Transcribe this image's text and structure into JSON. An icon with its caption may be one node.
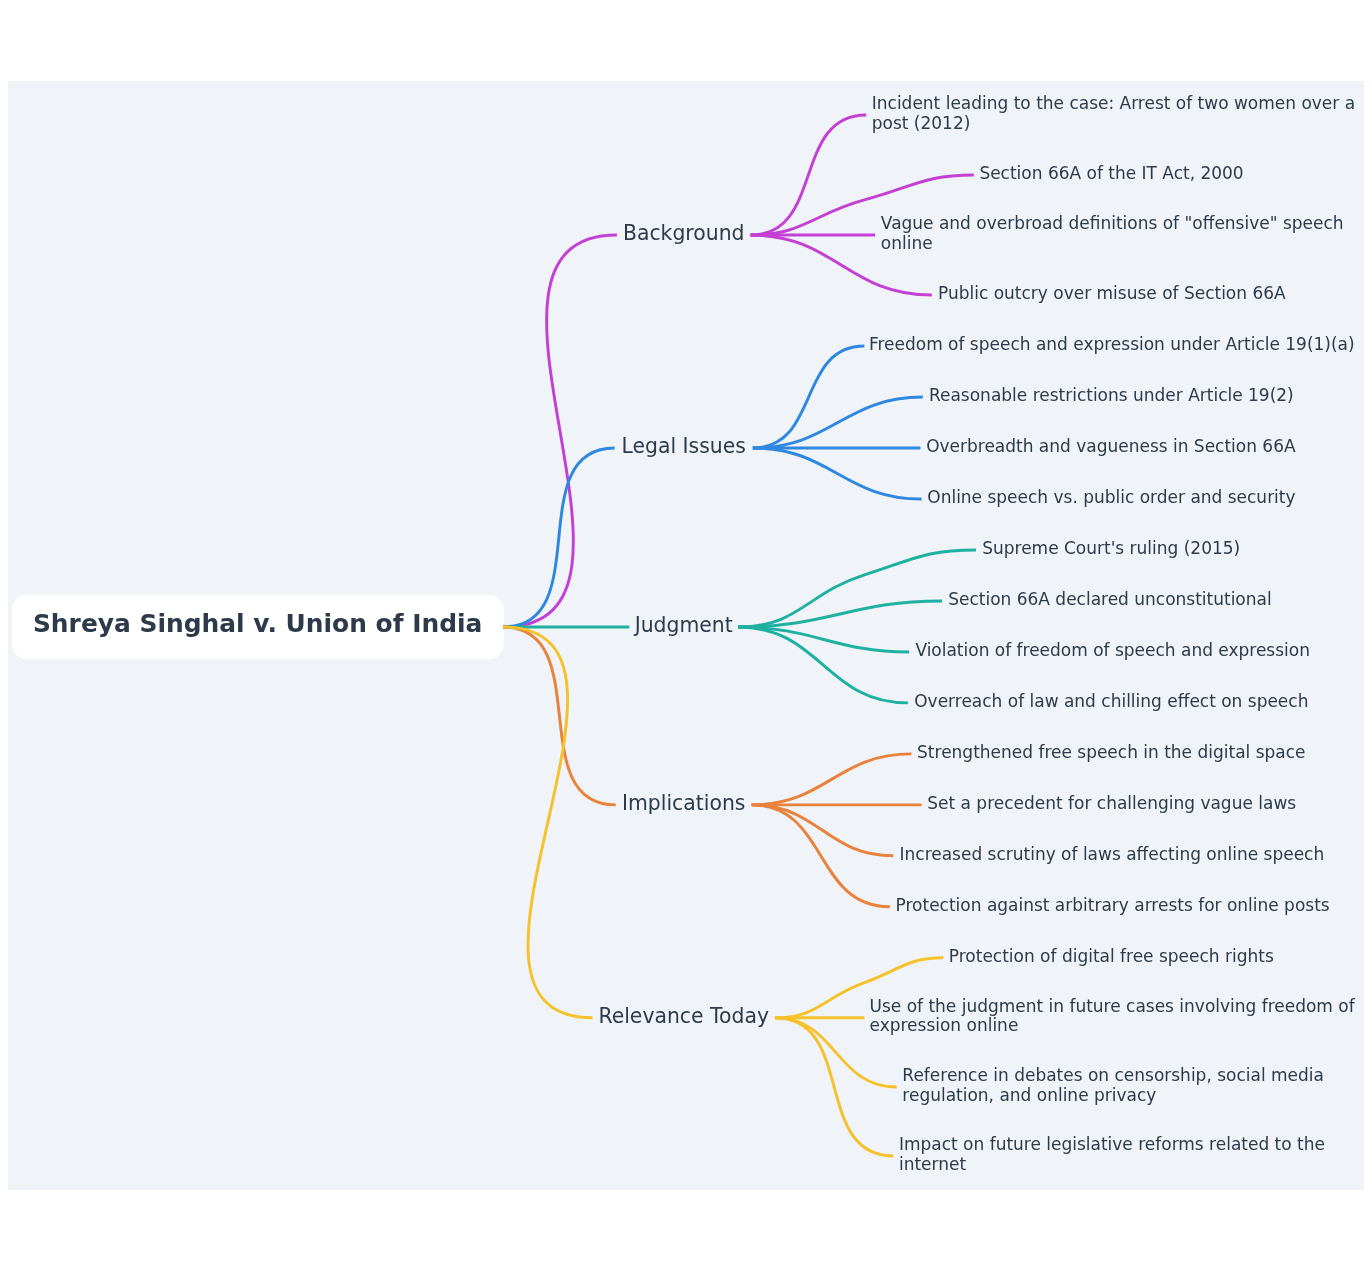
{
  "diagram": {
    "nodes": [
      {
        "text": [
          "Shreya Singhal v. Union of India"
        ]
      },
      {
        "text": [
          "Background"
        ]
      },
      {
        "text": [
          "Incident leading to the case: Arrest of two women over a post (2012)"
        ]
      },
      {
        "text": [
          "Section 66A of the IT Act, 2000"
        ]
      },
      {
        "text": [
          "Vague and overbroad definitions of \"offensive\" speech online"
        ]
      },
      {
        "text": [
          "Public outcry over misuse of Section 66A"
        ]
      },
      {
        "text": [
          "Legal Issues"
        ]
      },
      {
        "text": [
          "Freedom of speech and expression under Article 19(1)(a)"
        ]
      },
      {
        "text": [
          "Reasonable restrictions under Article 19(2)"
        ]
      },
      {
        "text": [
          "Overbreadth and vagueness in Section 66A"
        ]
      },
      {
        "text": [
          "Online speech vs. public order and security"
        ]
      },
      {
        "text": [
          "Judgment"
        ]
      },
      {
        "text": [
          "Supreme Court's ruling (2015)"
        ]
      },
      {
        "text": [
          "Section 66A declared unconstitutional"
        ]
      },
      {
        "text": [
          "Violation of freedom of speech and expression"
        ]
      },
      {
        "text": [
          "Overreach of law and chilling effect on speech"
        ]
      },
      {
        "text": [
          "Implications"
        ]
      },
      {
        "text": [
          "Strengthened free speech in the digital space"
        ]
      },
      {
        "text": [
          "Set a precedent for challenging vague laws"
        ]
      },
      {
        "text": [
          "Increased scrutiny of laws affecting online speech"
        ]
      },
      {
        "text": [
          "Protection against arbitrary arrests for online posts"
        ]
      },
      {
        "text": [
          "Relevance Today"
        ]
      },
      {
        "text": [
          "Protection of digital free speech rights"
        ]
      },
      {
        "text": [
          "Use of the judgment in future cases involving freedom of expression online"
        ]
      },
      {
        "text": [
          "Reference in debates on censorship, social media regulation, and online privacy"
        ]
      },
      {
        "text": [
          "Impact on future legislative reforms related to the internet"
        ]
      }
    ],
    "edges": [
      {
        "from": 0,
        "to": 1,
        "arrow": "none",
        "color": "#c43fd4"
      },
      {
        "from": 1,
        "to": 2,
        "arrow": "none",
        "color": "#c43fd4"
      },
      {
        "from": 1,
        "to": 3,
        "arrow": "none",
        "color": "#c43fd4"
      },
      {
        "from": 1,
        "to": 4,
        "arrow": "none",
        "color": "#c43fd4"
      },
      {
        "from": 1,
        "to": 5,
        "arrow": "none",
        "color": "#c43fd4"
      },
      {
        "from": 0,
        "to": 6,
        "arrow": "none",
        "color": "#2f88df"
      },
      {
        "from": 6,
        "to": 7,
        "arrow": "none",
        "color": "#2f88df"
      },
      {
        "from": 6,
        "to": 8,
        "arrow": "none",
        "color": "#2f88df"
      },
      {
        "from": 6,
        "to": 9,
        "arrow": "none",
        "color": "#2f88df"
      },
      {
        "from": 6,
        "to": 10,
        "arrow": "none",
        "color": "#2f88df"
      },
      {
        "from": 0,
        "to": 11,
        "arrow": "none",
        "color": "#1eb0a0"
      },
      {
        "from": 11,
        "to": 12,
        "arrow": "none",
        "color": "#1eb0a0"
      },
      {
        "from": 11,
        "to": 13,
        "arrow": "none",
        "color": "#1eb0a0"
      },
      {
        "from": 11,
        "to": 14,
        "arrow": "none",
        "color": "#1eb0a0"
      },
      {
        "from": 11,
        "to": 15,
        "arrow": "none",
        "color": "#1eb0a0"
      },
      {
        "from": 0,
        "to": 16,
        "arrow": "none",
        "color": "#e9823c"
      },
      {
        "from": 16,
        "to": 17,
        "arrow": "none",
        "color": "#e9823c"
      },
      {
        "from": 16,
        "to": 18,
        "arrow": "none",
        "color": "#e9823c"
      },
      {
        "from": 16,
        "to": 19,
        "arrow": "none",
        "color": "#e9823c"
      },
      {
        "from": 16,
        "to": 20,
        "arrow": "none",
        "color": "#e9823c"
      },
      {
        "from": 0,
        "to": 21,
        "arrow": "none",
        "color": "#f6c22b"
      },
      {
        "from": 21,
        "to": 22,
        "arrow": "none",
        "color": "#f6c22b"
      },
      {
        "from": 21,
        "to": 23,
        "arrow": "none",
        "color": "#f6c22b"
      },
      {
        "from": 21,
        "to": 24,
        "arrow": "none",
        "color": "#f6c22b"
      },
      {
        "from": 21,
        "to": 25,
        "arrow": "none",
        "color": "#f6c22b"
      }
    ]
  }
}
